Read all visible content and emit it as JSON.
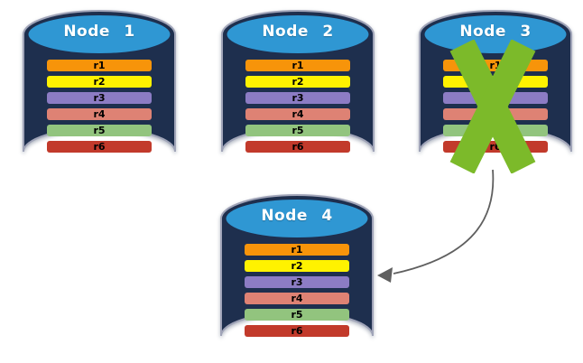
{
  "nodes": [
    {
      "label": "Node 1",
      "failed": false
    },
    {
      "label": "Node 2",
      "failed": false
    },
    {
      "label": "Node 3",
      "failed": true
    },
    {
      "label": "Node 4",
      "failed": false
    }
  ],
  "rows": [
    {
      "label": "r1",
      "color": "#F7940A"
    },
    {
      "label": "r2",
      "color": "#FFF200"
    },
    {
      "label": "r3",
      "color": "#8C7CC4"
    },
    {
      "label": "r4",
      "color": "#DE8274"
    },
    {
      "label": "r5",
      "color": "#92C47E"
    },
    {
      "label": "r6",
      "color": "#C23A2B"
    }
  ],
  "colors": {
    "cylinder_body": "#1E2F4E",
    "cylinder_top": "#2F97D3",
    "cylinder_outline": "#A0A4B8",
    "title_text": "#FFFFFF",
    "row_text": "#000000",
    "failed_x": "#7CBA2A",
    "arrow": "#5F5F5F"
  },
  "icons": {
    "failed_x": "failed-x-icon",
    "arrow": "failover-arrow-icon"
  }
}
